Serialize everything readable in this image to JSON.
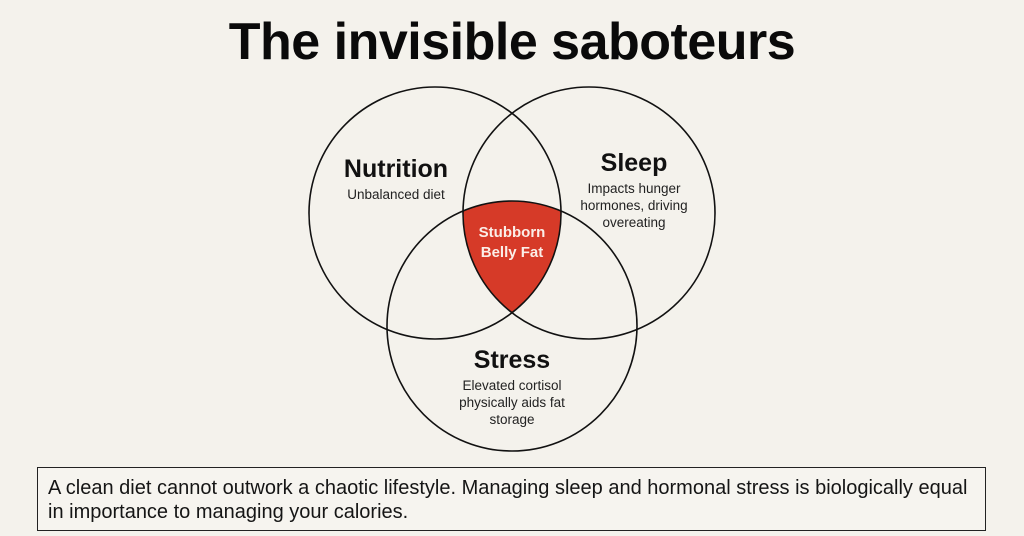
{
  "title": "The invisible saboteurs",
  "colors": {
    "background": "#f4f2ec",
    "circle_stroke": "#111111",
    "intersection_fill": "#d63a28",
    "intersection_text": "#fbeee8"
  },
  "venn": {
    "circles": [
      {
        "id": "nutrition",
        "heading": "Nutrition",
        "description": "Unbalanced diet"
      },
      {
        "id": "sleep",
        "heading": "Sleep",
        "description_lines": [
          "Impacts hunger",
          "hormones, driving",
          "overeating"
        ]
      },
      {
        "id": "stress",
        "heading": "Stress",
        "description_lines": [
          "Elevated cortisol",
          "physically aids fat",
          "storage"
        ]
      }
    ],
    "intersection": {
      "lines": [
        "Stubborn",
        "Belly Fat"
      ]
    }
  },
  "caption": {
    "text": "A clean diet cannot outwork a chaotic lifestyle. Managing sleep and hormonal stress is biologically equal in importance to managing your calories."
  }
}
